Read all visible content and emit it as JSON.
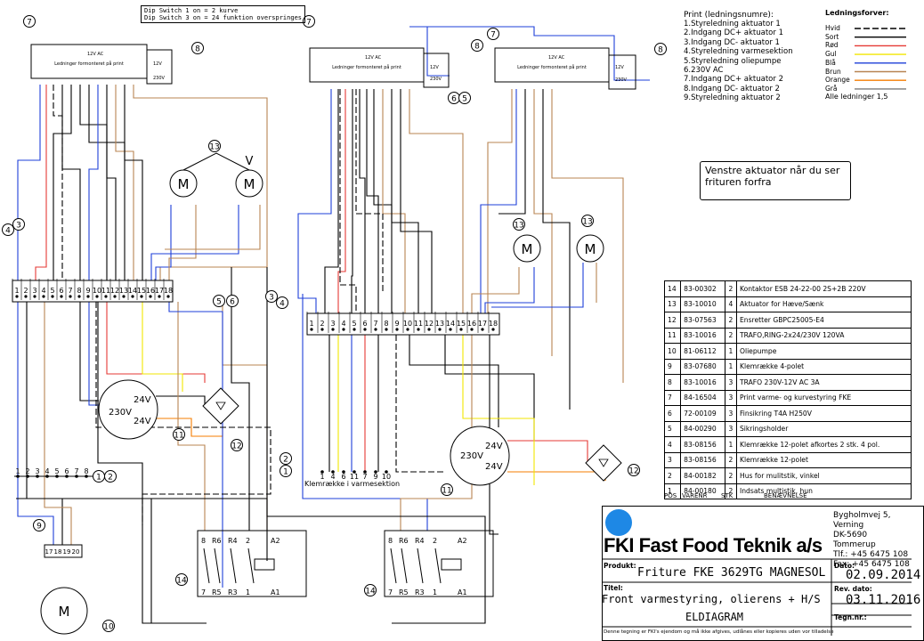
{
  "dip_note": [
    "Dip Switch 1 on = 2 kurve",
    "Dip Switch 3 on = 24 funktion overspringes"
  ],
  "print_title": "Print (ledningsnumre):",
  "print_items": [
    "1.Styreledning aktuator 1",
    "2.Indgang DC+ aktuator 1",
    "3.Indgang DC- aktuator 1",
    "4.Styreledning varmesektion",
    "5.Styreledning oliepumpe",
    "6.230V AC",
    "7.Indgang DC+ aktuator 2",
    "8.Indgang DC- aktuator 2",
    "9.Styreledning aktuator 2"
  ],
  "legend_title": "Ledningsforver:",
  "wire_colors": [
    {
      "name": "Hvid",
      "color": "#000000",
      "dash": "7,3"
    },
    {
      "name": "Sort",
      "color": "#000000",
      "dash": ""
    },
    {
      "name": "Rød",
      "color": "#e53935",
      "dash": ""
    },
    {
      "name": "Gul",
      "color": "#f2e600",
      "dash": ""
    },
    {
      "name": "Blå",
      "color": "#1e3fd8",
      "dash": ""
    },
    {
      "name": "Brun",
      "color": "#b88452",
      "dash": ""
    },
    {
      "name": "Orange",
      "color": "#f57c00",
      "dash": ""
    },
    {
      "name": "Grå",
      "color": "#7a7a7a",
      "dash": ""
    }
  ],
  "wire_total": "Alle ledninger 1,5",
  "callout": "Venstre aktuator når du ser frituren forfra",
  "board_text": "Ledninger formonteret på print",
  "labels": {
    "v12ac": "12V AC",
    "v12": "12V",
    "v230": "230V",
    "t24": "24V",
    "t230": "230V",
    "m": "M",
    "v": "V",
    "klem": "Klemrække i varmesektion",
    "relay": {
      "top": [
        "8",
        "R6",
        "R4",
        "2",
        "A2"
      ],
      "bot": [
        "7",
        "R5",
        "R3",
        "1",
        "A1"
      ]
    }
  },
  "callouts": {
    "boards": "7",
    "trafos": "8",
    "motors": "13",
    "terms": "3",
    "terms_b": "4",
    "rect_l": "11",
    "rect_r": "12",
    "sw": "5",
    "sw_b": "6",
    "c1": "1",
    "c2": "2",
    "fuse": "9",
    "pump": "10",
    "relay": "14"
  },
  "terminal_nums": [
    "1",
    "2",
    "3",
    "4",
    "5",
    "6",
    "7",
    "8",
    "9",
    "10",
    "11",
    "12",
    "13",
    "14",
    "15",
    "16",
    "17",
    "18"
  ],
  "small_terms": [
    "1",
    "2",
    "3",
    "4",
    "5",
    "6",
    "7",
    "8"
  ],
  "fuse_terms": [
    "17",
    "18",
    "19",
    "20"
  ],
  "klem_nums": [
    "1",
    "4",
    "6",
    "11",
    "7",
    "9",
    "10"
  ],
  "bom_rows": [
    [
      "14",
      "83-00302",
      "2",
      "Kontaktor ESB 24-22-00 2S+2B 220V"
    ],
    [
      "13",
      "83-10010",
      "4",
      "Aktuator for Hæve/Sænk"
    ],
    [
      "12",
      "83-07563",
      "2",
      "Ensretter GBPC25005-E4"
    ],
    [
      "11",
      "83-10016",
      "2",
      "TRAFO,RING-2x24/230V 120VA"
    ],
    [
      "10",
      "81-06112",
      "1",
      "Oliepumpe"
    ],
    [
      "9",
      "83-07680",
      "1",
      "Klemrække 4-polet"
    ],
    [
      "8",
      "83-10016",
      "3",
      "TRAFO 230V-12V AC 3A"
    ],
    [
      "7",
      "84-16504",
      "3",
      "Print varme- og kurvestyring FKE"
    ],
    [
      "6",
      "72-00109",
      "3",
      "Finsikring T4A H250V"
    ],
    [
      "5",
      "84-00290",
      "3",
      "Sikringsholder"
    ],
    [
      "4",
      "83-08156",
      "1",
      "Klemrække 12-polet afkortes 2 stk. 4 pol."
    ],
    [
      "3",
      "83-08156",
      "2",
      "Klemrække 12-polet"
    ],
    [
      "2",
      "84-00182",
      "2",
      "Hus for mulitstik, vinkel"
    ],
    [
      "1",
      "84-00180",
      "2",
      "Indsats multistik, hun"
    ]
  ],
  "bom_header": [
    "POS",
    "VARENR",
    "STK",
    "BENÆVNELSE"
  ],
  "company": "Fast Food Teknik a/s",
  "company_short": "FKI",
  "address": [
    "Bygholmvej 5, Verning",
    "DK-5690 Tommerup",
    "Tlf.: +45 6475 108",
    "Fax: +45 6475 108"
  ],
  "produkt_label": "Produkt:",
  "produkt": "Friture FKE 3629TG MAGNESOL",
  "titel_label": "Titel:",
  "titel": "Front varmestyring, olierens + H/S",
  "titel2": "ELDIAGRAM",
  "dato_label": "Dato:",
  "dato": "02.09.2014",
  "rev_label": "Rev. dato:",
  "rev": "03.11.2016",
  "tegn_label": "Tegn.nr.:",
  "footer": "Denne tegning er FKI's ejendom og må ikke afgives, udlånes eller kopieres uden vor tilladelse"
}
